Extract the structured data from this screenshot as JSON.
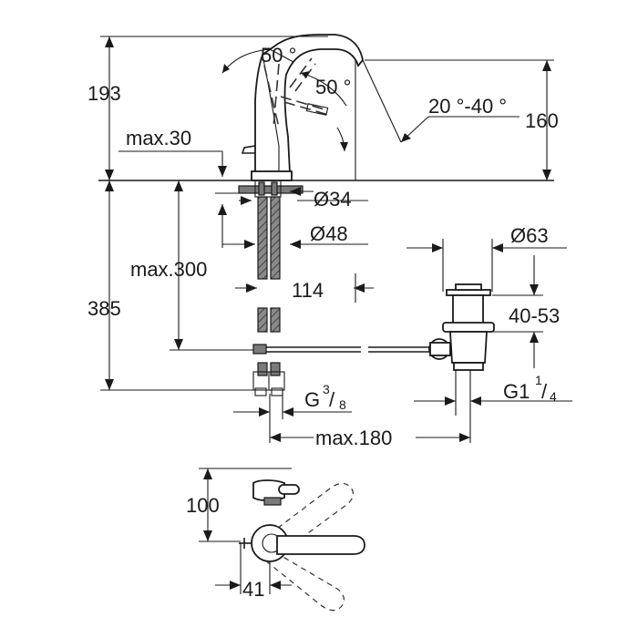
{
  "dimensions": {
    "total_height_above_deck": "193",
    "spout_height": "160",
    "deck_thickness": "max.30",
    "spout_swivel_angle_upper": "50 °",
    "spout_swivel_angle_lower": "50 °",
    "spout_tilt_range": "20 °-40 °",
    "mounting_hole_diameter": "Ø34",
    "base_rosette_diameter": "Ø48",
    "supply_hose_length": "max.300",
    "total_height_below_deck": "385",
    "spout_projection": "114",
    "drain_plug_diameter": "Ø63",
    "basin_thickness_range": "40-53",
    "connection_thread_label": "G",
    "connection_thread_num": "3",
    "connection_thread_den": "8",
    "waste_thread_label": "G1",
    "waste_thread_num": "1",
    "waste_thread_den": "4",
    "pull_rod_length": "max.180",
    "top_view_depth": "100",
    "top_view_offset": "41"
  },
  "colors": {
    "line": "#1a1a1a",
    "hatch": "#7a7a7a",
    "background": "#ffffff"
  }
}
